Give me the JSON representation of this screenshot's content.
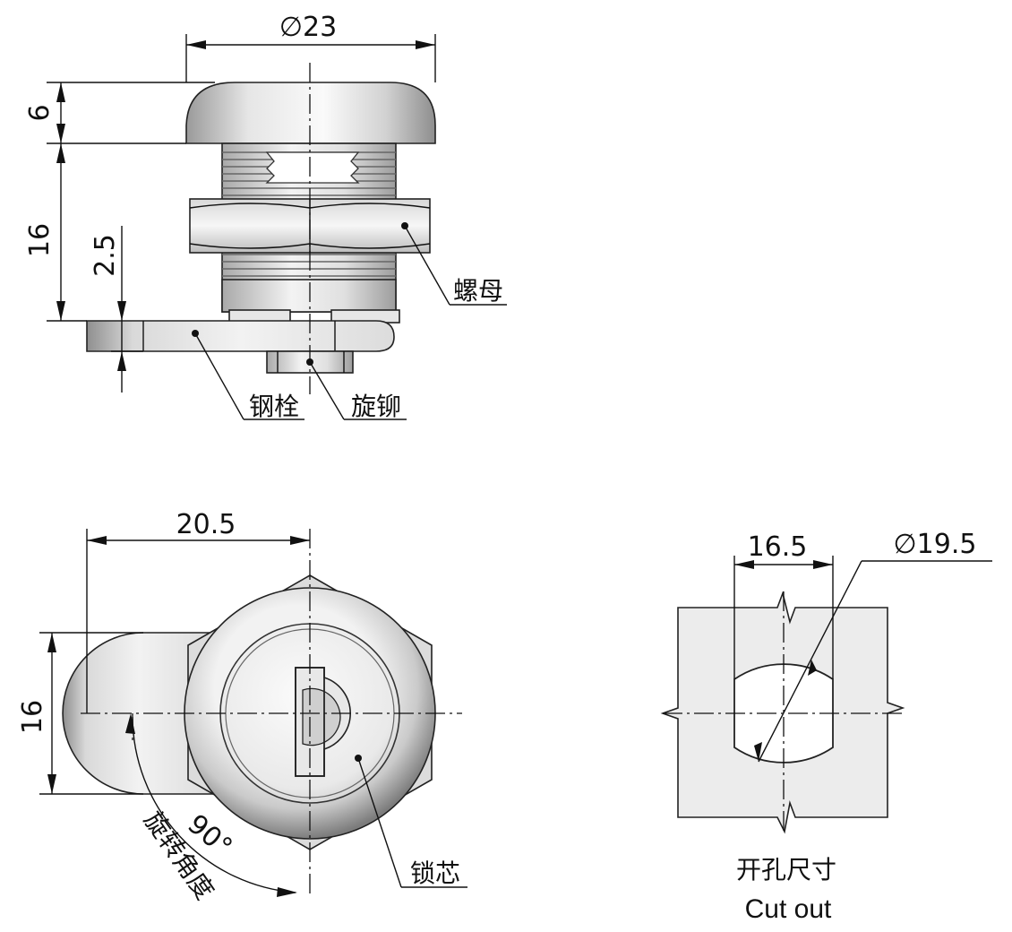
{
  "side_view": {
    "dim_head_diameter": "∅23",
    "dim_head_height": "6",
    "dim_body_height": "16",
    "dim_cam_thickness": "2.5",
    "label_nut": "螺母",
    "label_cam": "钢栓",
    "label_rivet": "旋铆"
  },
  "front_view": {
    "dim_width": "20.5",
    "dim_height": "16",
    "dim_angle": "90°",
    "label_rotation_angle": "旋转角度",
    "label_core": "锁芯"
  },
  "cutout_view": {
    "dim_flat": "16.5",
    "dim_diameter": "∅19.5",
    "caption_cn": "开孔尺寸",
    "caption_en": "Cut out"
  },
  "colors": {
    "metal_light": "#f4f4f4",
    "metal_mid": "#cfcfcf",
    "metal_dark": "#8c8c8c",
    "panel": "#ececec",
    "line": "#111111"
  }
}
